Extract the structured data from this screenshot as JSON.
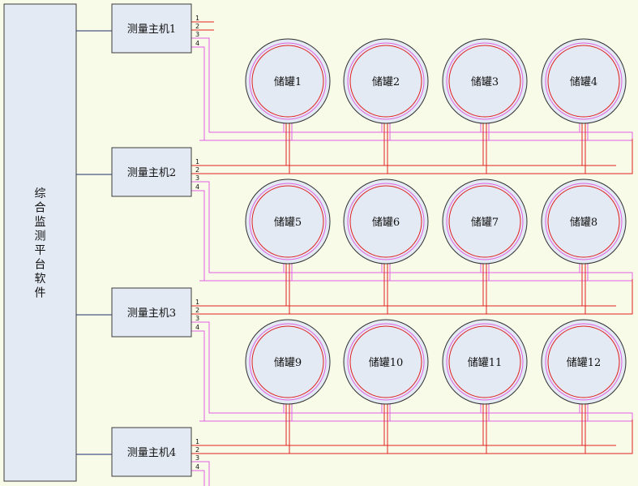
{
  "platform": {
    "label": "综合监测平台软件"
  },
  "hosts": [
    {
      "label": "测量主机1",
      "channels": [
        "1",
        "2",
        "3",
        "4"
      ]
    },
    {
      "label": "测量主机2",
      "channels": [
        "1",
        "2",
        "3",
        "4"
      ]
    },
    {
      "label": "测量主机3",
      "channels": [
        "1",
        "2",
        "3",
        "4"
      ]
    },
    {
      "label": "测量主机4",
      "channels": [
        "1",
        "2",
        "3",
        "4"
      ]
    }
  ],
  "tank_rows": [
    [
      "储罐1",
      "储罐2",
      "储罐3",
      "储罐4"
    ],
    [
      "储罐5",
      "储罐6",
      "储罐7",
      "储罐8"
    ],
    [
      "储罐9",
      "储罐10",
      "储罐11",
      "储罐12"
    ]
  ],
  "colors": {
    "background": "#f7fbe8",
    "box_fill": "#e3eaf4",
    "red_wire": "#e02020",
    "pink_wire": "#e060e0",
    "link_line": "#1c2c6c"
  }
}
